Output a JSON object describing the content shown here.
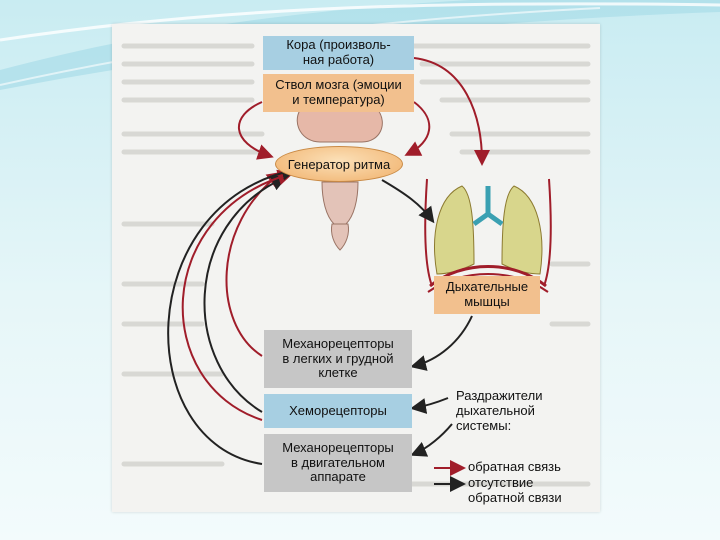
{
  "boxes": {
    "cortex": "Кора (произволь-\nная работа)",
    "brainstem": "Ствол мозга (эмоции\nи температура)",
    "generator": "Генератор ритма",
    "respiratory_muscles": "Дыхательные\nмышцы",
    "mechanoreceptors_lungs": "Механорецепторы\nв легких и грудной\nклетке",
    "chemoreceptors": "Хеморецепторы",
    "mechanoreceptors_motor": "Механорецепторы\nв двигательном\nаппарате"
  },
  "legend": {
    "title": "Раздражители\nдыхательной\nсистемы:",
    "feedback": "обратная связь",
    "no_feedback": "отсутствие\nобратной связи"
  },
  "colors": {
    "feedback_arrow": "#a01d2a",
    "no_feedback_arrow": "#222222",
    "blue_box": "#a7cfe2",
    "orange_box": "#f2c08e",
    "gray_box": "#c6c6c6"
  },
  "icons": [
    "brain-icon",
    "lungs-icon"
  ]
}
